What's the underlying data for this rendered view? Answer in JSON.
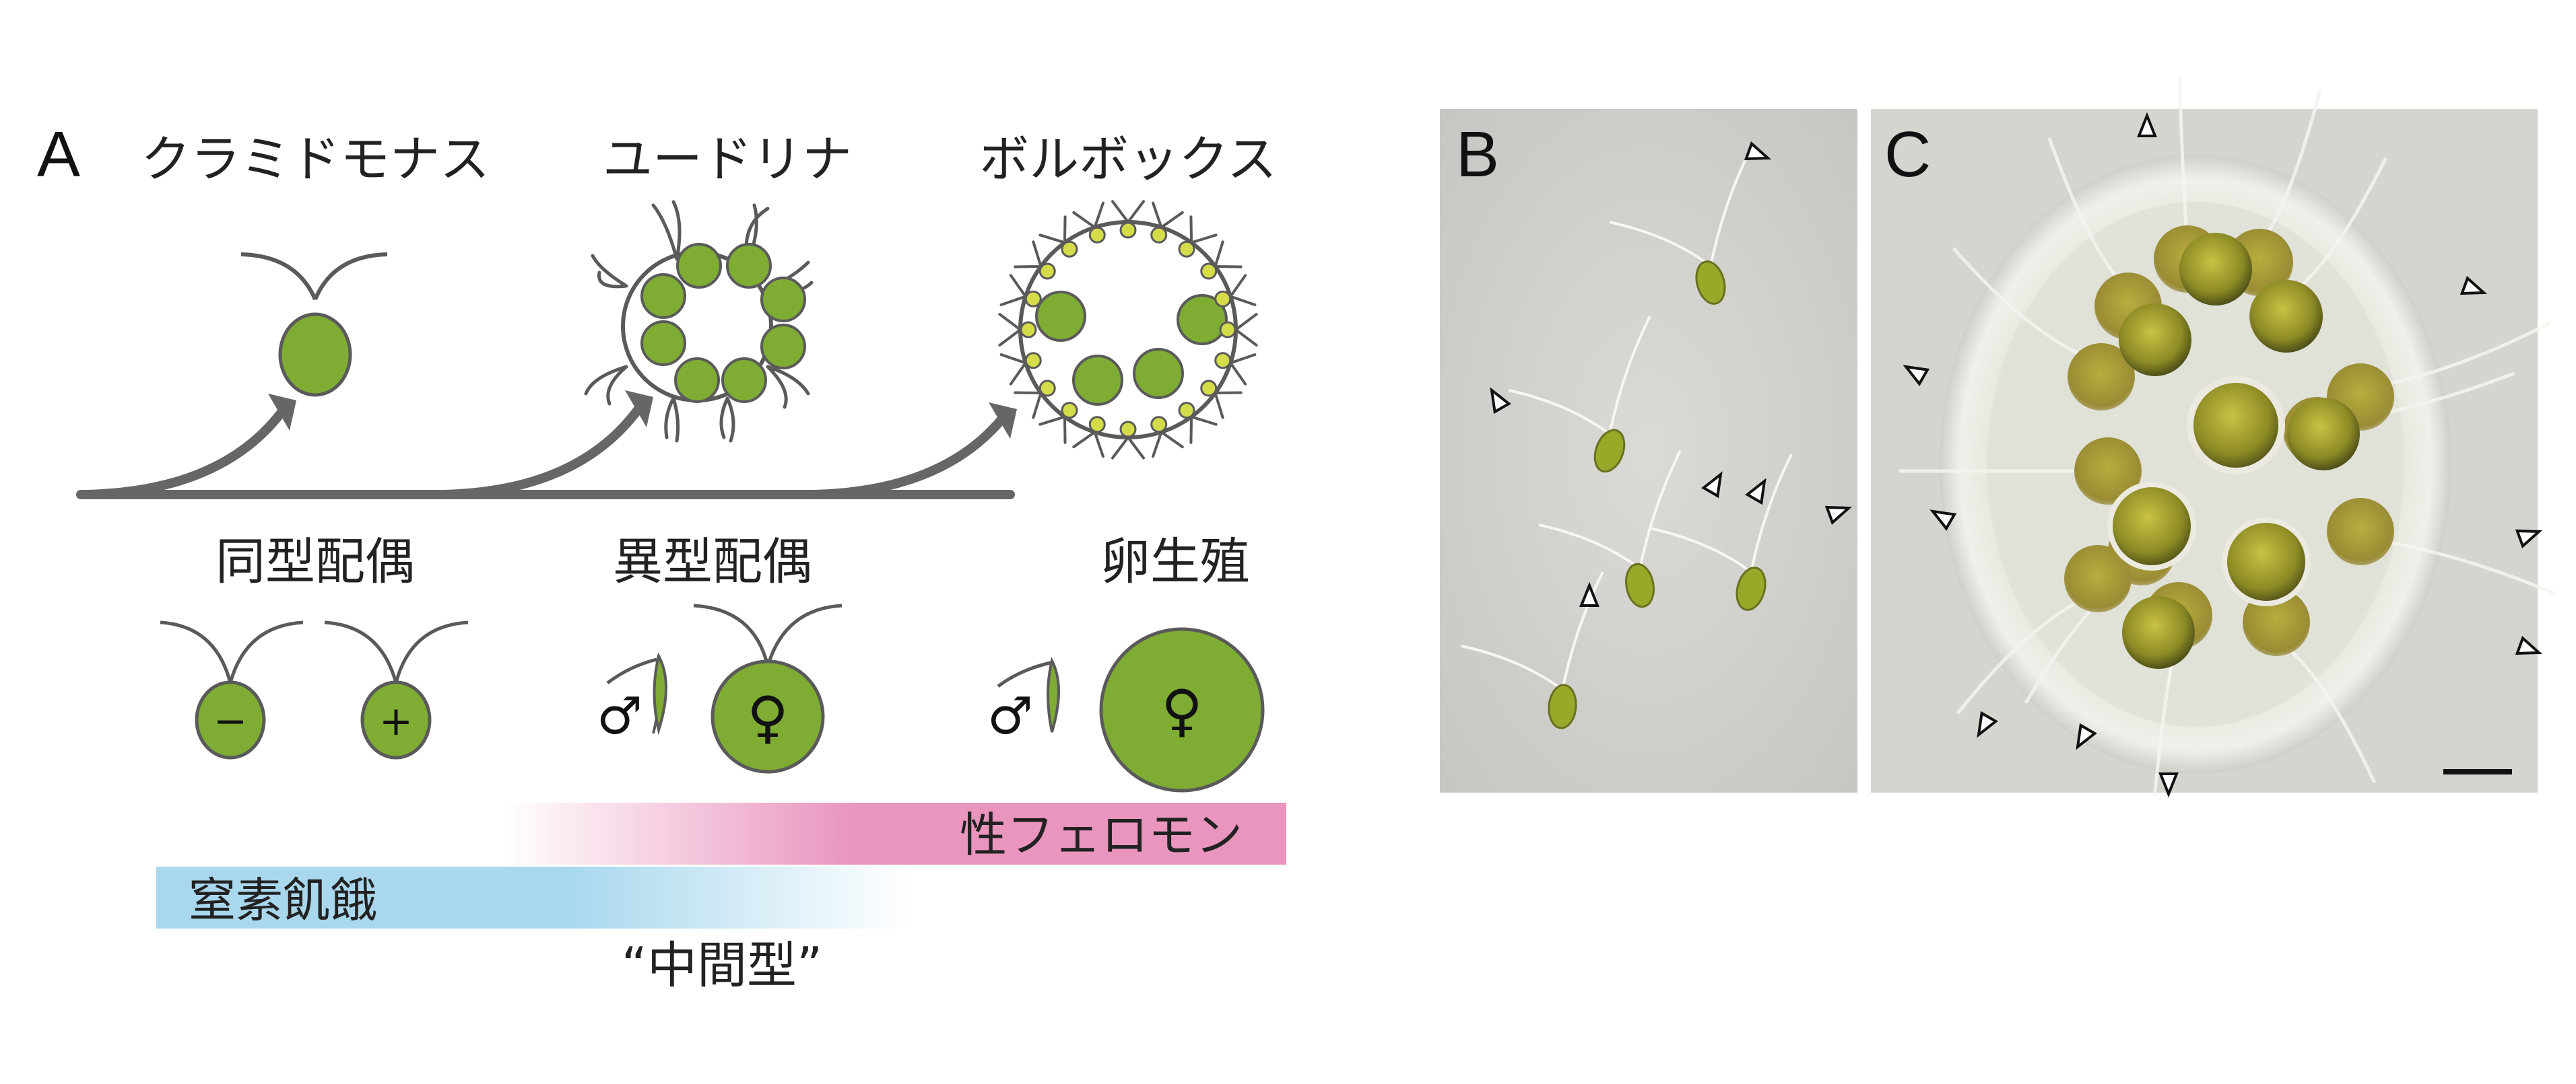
{
  "panels": {
    "a": "A",
    "b": "B",
    "c": "C"
  },
  "organisms": {
    "chlamydomonas": "クラミドモナス",
    "eudorina": "ユードリナ",
    "volvox": "ボルボックス"
  },
  "modes": {
    "isogamy": "同型配偶",
    "anisogamy": "異型配偶",
    "oogamy": "卵生殖"
  },
  "gamete_symbols": {
    "minus": "−",
    "plus": "+",
    "male": "♂",
    "female": "♀"
  },
  "bars": {
    "pheromone": "性フェロモン",
    "nitrogen": "窒素飢餓",
    "intermediate": "“中間型”"
  },
  "colors": {
    "cell_green": "#7fac33",
    "outline_gray": "#5a5a5a",
    "arrow_gray": "#666666",
    "pheromone_pink": "#e995be",
    "nitrogen_blue": "#a9d8ee",
    "small_cell_yellow": "#d4dc4a"
  }
}
